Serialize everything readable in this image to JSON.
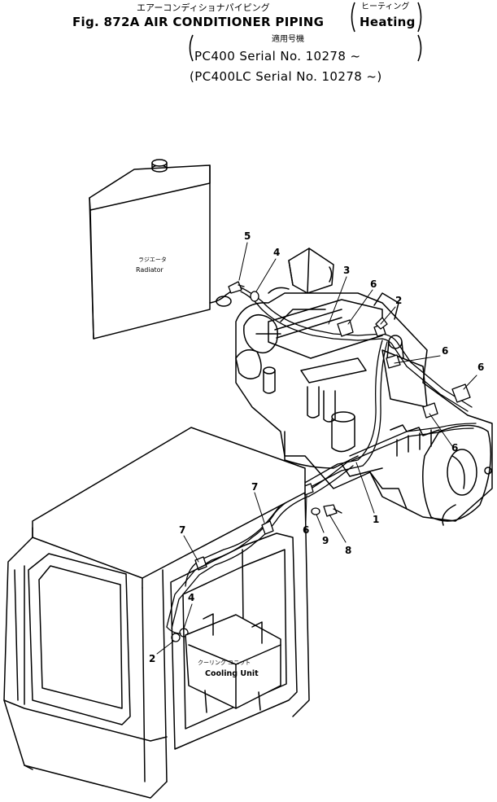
{
  "header": {
    "japanese_title": "エアーコンディショナパイピング",
    "figure_title": "Fig. 872A  AIR CONDITIONER PIPING",
    "variant_japanese": "ヒーティング",
    "variant": "Heating",
    "applicable_japanese": "適用号機",
    "serial_lines": [
      "PC400     Serial  No.  10278 ~",
      "(PC400LC Serial  No.  10278 ~)"
    ]
  },
  "components": {
    "radiator": {
      "label_japanese": "ラジエータ",
      "label": "Radiator"
    },
    "cooling_unit": {
      "label_japanese": "クーリング ユニット",
      "label": "Cooling Unit"
    }
  },
  "callouts": [
    "5",
    "4",
    "3",
    "6",
    "2",
    "6",
    "6",
    "6",
    "7",
    "7",
    "4",
    "2",
    "6",
    "9",
    "8",
    "1"
  ],
  "colors": {
    "ink": "#000000",
    "paper": "#ffffff"
  }
}
